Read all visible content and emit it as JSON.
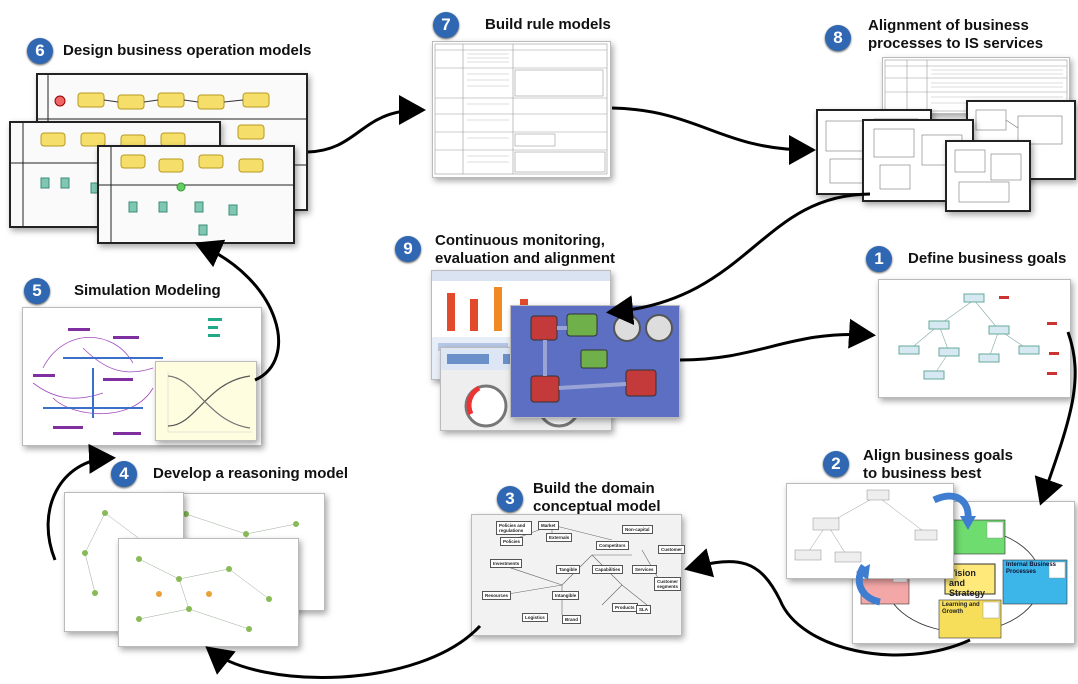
{
  "steps": [
    {
      "num": "1",
      "label": "Define business goals"
    },
    {
      "num": "2",
      "label_line1": "Align business goals",
      "label_line2": "to business best"
    },
    {
      "num": "3",
      "label_line1": "Build the domain",
      "label_line2": "conceptual model"
    },
    {
      "num": "4",
      "label": "Develop a reasoning model"
    },
    {
      "num": "5",
      "label": "Simulation Modeling"
    },
    {
      "num": "6",
      "label": "Design business operation models"
    },
    {
      "num": "7",
      "label": "Build rule models"
    },
    {
      "num": "8",
      "label_line1": "Alignment of business",
      "label_line2": "processes to IS services"
    },
    {
      "num": "9",
      "label_line1": "Continuous monitoring,",
      "label_line2": "evaluation and alignment"
    }
  ],
  "bsc": {
    "vision": "Vision and Strategy",
    "internal": "Internal Business Processes",
    "learning": "Learning and Growth"
  },
  "concepts": [
    "Policies and regulations",
    "Market",
    "Non-capital",
    "Policies",
    "Competitors",
    "Externals",
    "Customer",
    "Investments",
    "Tangible",
    "Capabilities",
    "Services",
    "Customer segments",
    "Resources",
    "Intangible",
    "Products",
    "SLA",
    "Logistics",
    "Brand"
  ]
}
